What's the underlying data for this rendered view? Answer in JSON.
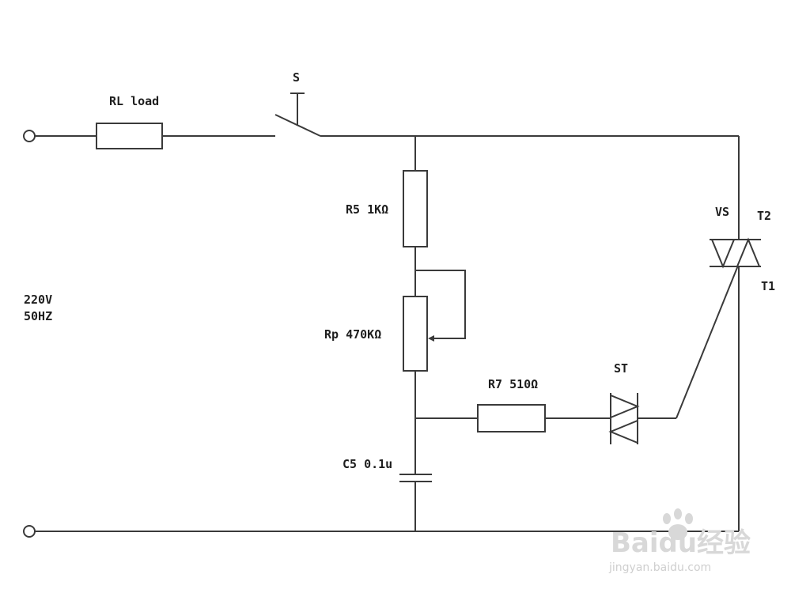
{
  "labels": {
    "switch": "S",
    "load": "RL load",
    "r5": "R5 1KΩ",
    "rp": "Rp 470KΩ",
    "r7": "R7 510Ω",
    "c5": "C5 0.1u",
    "st": "ST",
    "vs": "VS",
    "t2": "T2",
    "t1": "T1",
    "supply_voltage": "220V",
    "supply_freq": "50HZ"
  },
  "watermark": {
    "brand": "Baidu经验",
    "url": "jingyan.baidu.com"
  },
  "colors": {
    "line": "#3a3a3a",
    "text": "#1e1e1e",
    "watermark": "#d8d8d8"
  }
}
